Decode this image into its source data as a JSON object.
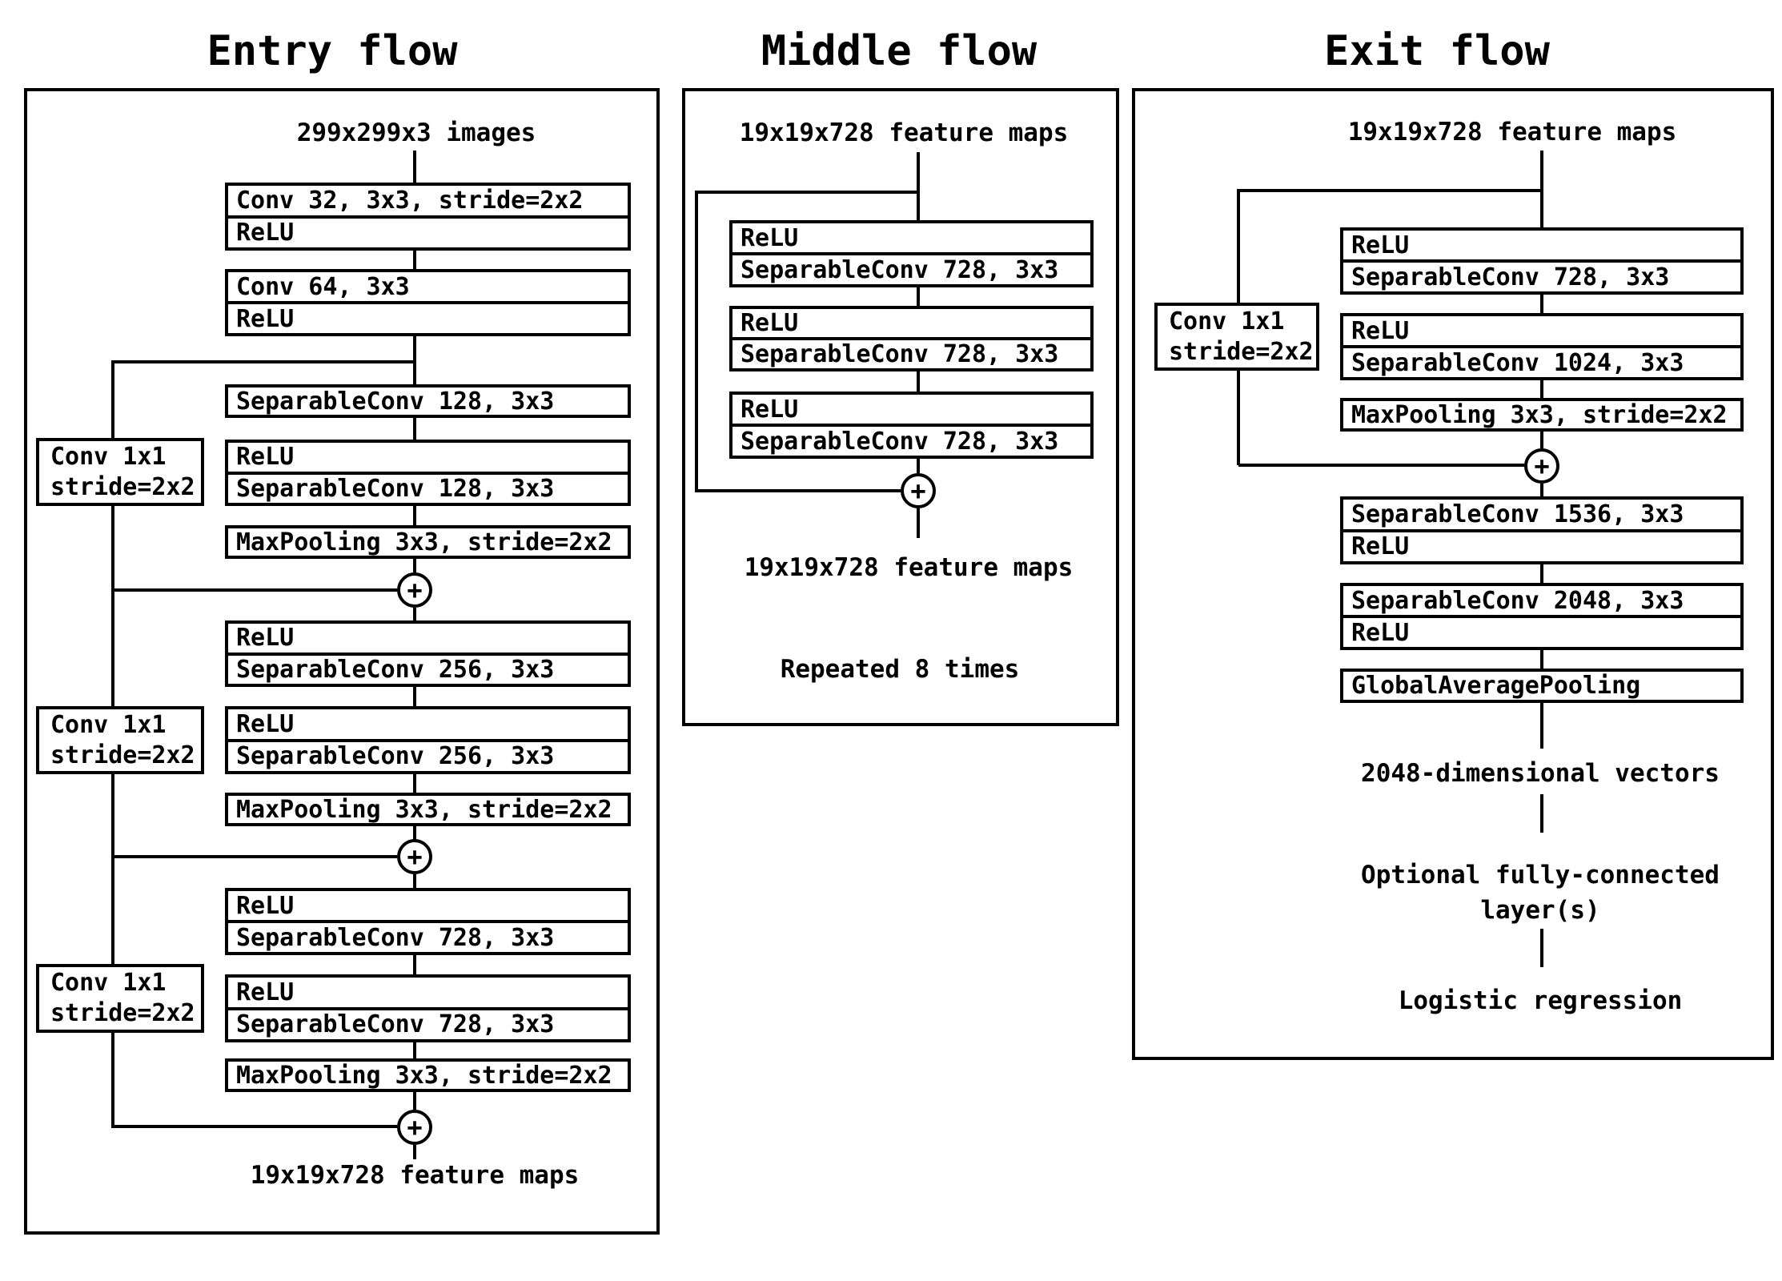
{
  "colors": {
    "stroke": "#000000",
    "background": "#ffffff"
  },
  "entry": {
    "title": "Entry flow",
    "input_label": "299x299x3 images",
    "output_label": "19x19x728 feature maps",
    "plus_symbol": "+",
    "shortcut_box": {
      "line1": "Conv 1x1",
      "line2": "stride=2x2"
    },
    "stacks": [
      [
        "Conv 32, 3x3, stride=2x2",
        "ReLU"
      ],
      [
        "Conv 64, 3x3",
        "ReLU"
      ],
      [
        "SeparableConv 128, 3x3"
      ],
      [
        "ReLU",
        "SeparableConv 128, 3x3"
      ],
      [
        "MaxPooling 3x3, stride=2x2"
      ],
      [
        "ReLU",
        "SeparableConv 256, 3x3"
      ],
      [
        "ReLU",
        "SeparableConv 256, 3x3"
      ],
      [
        "MaxPooling 3x3, stride=2x2"
      ],
      [
        "ReLU",
        "SeparableConv 728, 3x3"
      ],
      [
        "ReLU",
        "SeparableConv 728, 3x3"
      ],
      [
        "MaxPooling 3x3, stride=2x2"
      ]
    ]
  },
  "middle": {
    "title": "Middle flow",
    "input_label": "19x19x728 feature maps",
    "output_label": "19x19x728 feature maps",
    "repeat_note": "Repeated 8 times",
    "plus_symbol": "+",
    "stacks": [
      [
        "ReLU",
        "SeparableConv 728, 3x3"
      ],
      [
        "ReLU",
        "SeparableConv 728, 3x3"
      ],
      [
        "ReLU",
        "SeparableConv 728, 3x3"
      ]
    ]
  },
  "exit": {
    "title": "Exit flow",
    "input_label": "19x19x728 feature maps",
    "plus_symbol": "+",
    "shortcut_box": {
      "line1": "Conv 1x1",
      "line2": "stride=2x2"
    },
    "stacks": [
      [
        "ReLU",
        "SeparableConv 728, 3x3"
      ],
      [
        "ReLU",
        "SeparableConv 1024, 3x3"
      ],
      [
        "MaxPooling 3x3, stride=2x2"
      ],
      [
        "SeparableConv 1536, 3x3",
        "ReLU"
      ],
      [
        "SeparableConv 2048, 3x3",
        "ReLU"
      ],
      [
        "GlobalAveragePooling"
      ]
    ],
    "vector_label": "2048-dimensional vectors",
    "fc_label_line1": "Optional fully-connected",
    "fc_label_line2": "layer(s)",
    "logistic_label": "Logistic regression"
  }
}
